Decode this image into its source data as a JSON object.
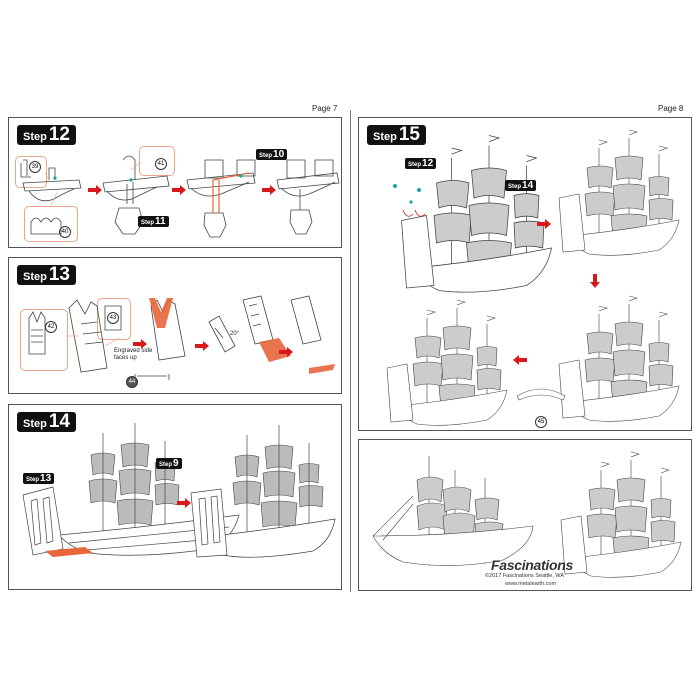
{
  "pages": {
    "left_label": "Page 7",
    "right_label": "Page 8"
  },
  "step_word": "Step",
  "step12": {
    "number": "12",
    "refs": [
      "10",
      "11"
    ],
    "parts": [
      "39",
      "40",
      "41"
    ]
  },
  "step13": {
    "number": "13",
    "parts": [
      "42",
      "43",
      "44"
    ],
    "angle": "20°",
    "note": "Engraved side faces up"
  },
  "step14": {
    "number": "14",
    "refs": [
      "13",
      "9"
    ]
  },
  "step15": {
    "number": "15",
    "refs": [
      "12",
      "14"
    ],
    "parts": [
      "45"
    ]
  },
  "brand": {
    "name": "Fascinations",
    "copyright": "©2017 Fascinations Seattle, WA",
    "url": "www.metalearth.com"
  },
  "colors": {
    "arrow": "#d7191c",
    "highlight": "#e8663a",
    "badge": "#111111"
  }
}
